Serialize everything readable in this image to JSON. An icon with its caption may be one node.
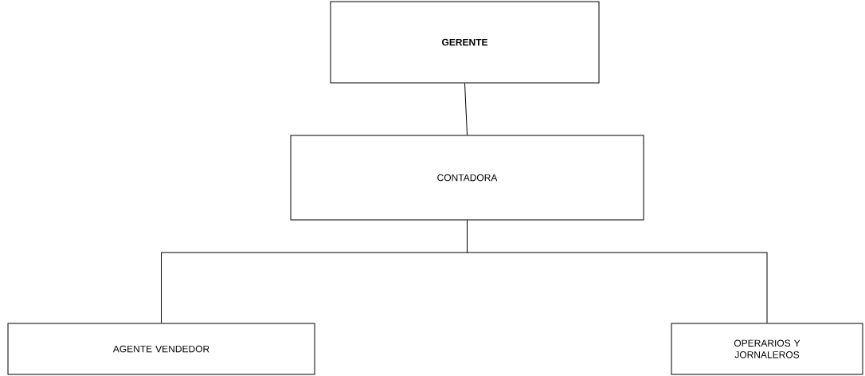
{
  "diagram": {
    "nodes": [
      {
        "text": [
          "GERENTE"
        ]
      },
      {
        "text": [
          "CONTADORA"
        ]
      },
      {
        "text": [
          "AGENTE VENDEDOR"
        ]
      },
      {
        "text": [
          "OPERARIOS Y JORNALEROS"
        ]
      }
    ],
    "edges": [
      {
        "from": 0,
        "to": 1,
        "arrow": "none"
      },
      {
        "from": 1,
        "to": 2,
        "arrow": "none"
      },
      {
        "from": 1,
        "to": 3,
        "arrow": "none"
      }
    ]
  }
}
